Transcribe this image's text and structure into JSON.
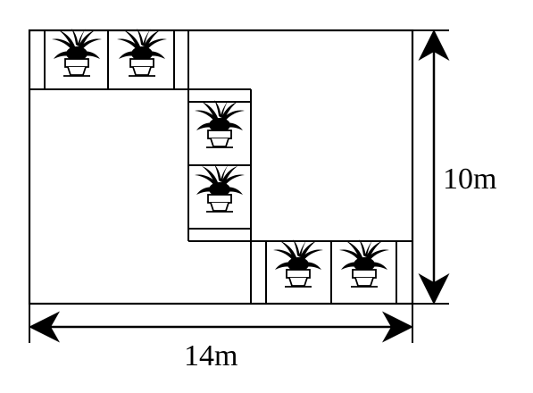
{
  "diagram": {
    "height_label": "10m",
    "width_label": "14m",
    "plant_count": 6
  }
}
